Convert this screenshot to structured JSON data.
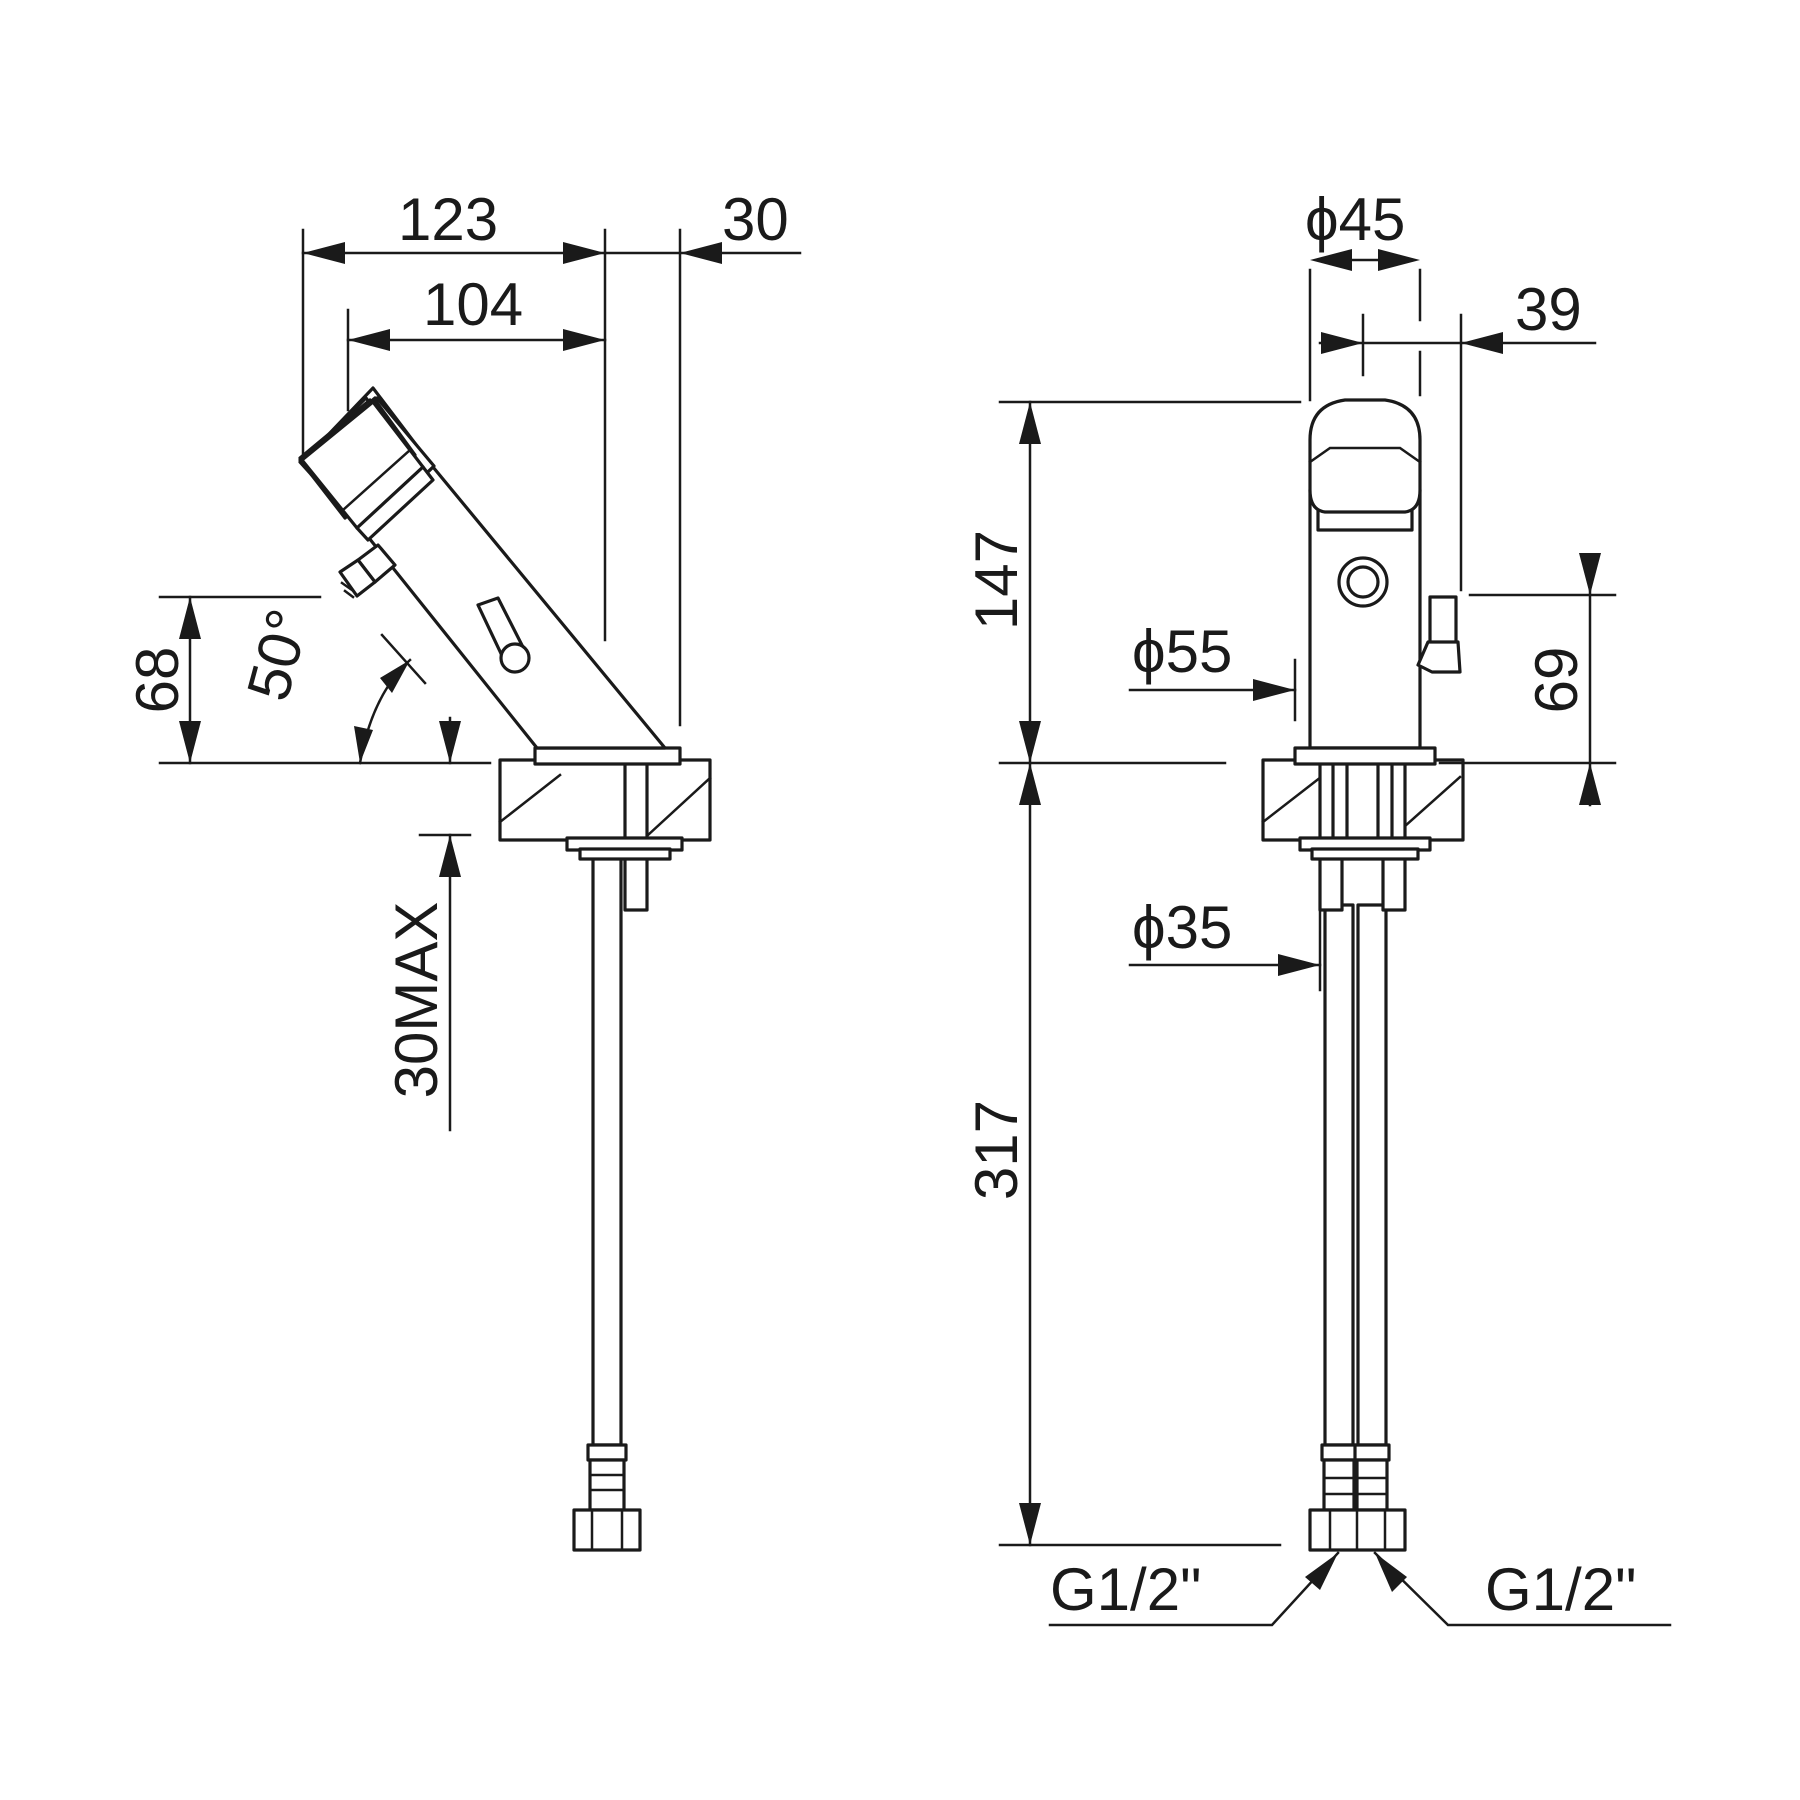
{
  "side_view": {
    "dim_overall_length": "123",
    "dim_spout_length": "104",
    "dim_base_offset": "30",
    "dim_height": "68",
    "dim_angle": "50°",
    "dim_counter_max": "30MAX"
  },
  "front_view": {
    "dim_body_diameter": "ϕ45",
    "dim_button_offset": "39",
    "dim_total_height": "147",
    "dim_base_diameter": "ϕ55",
    "dim_outlet_height": "69",
    "dim_shank_diameter": "ϕ35",
    "dim_hose_length": "317",
    "thread_left": "G1/2\"",
    "thread_right": "G1/2\""
  },
  "colors": {
    "line": "#1a1a1a",
    "background": "#ffffff"
  }
}
